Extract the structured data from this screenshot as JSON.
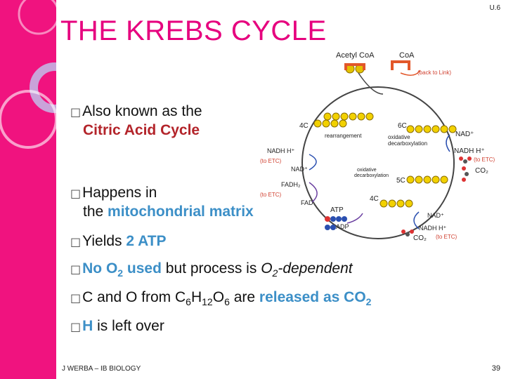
{
  "slide": {
    "title": "THE KREBS CYCLE",
    "code": "U.6",
    "footer": "J WERBA – IB BIOLOGY",
    "page": "39"
  },
  "bullets": {
    "b1": {
      "line1": "Also known as the",
      "line2": "Citric Acid Cycle"
    },
    "b2": {
      "line1": "Happens in",
      "line2_pre": "the ",
      "line2_hl": "mitochondrial matrix"
    },
    "b3": {
      "pre": "Yields ",
      "hl": "2 ATP"
    },
    "b4": {
      "no": "No ",
      "o": "O",
      "sub2": "2",
      "used": " used",
      "mid": " but process is ",
      "o2": "O",
      "sub2b": "2",
      "dep": "-dependent"
    },
    "b5": {
      "pre": "C and O from C",
      "s6": "6",
      "h": "H",
      "s12": "12",
      "o": "O",
      "s6b": "6",
      "mid": " are ",
      "hl": "released as CO",
      "s2": "2"
    },
    "b6": {
      "hl": "H",
      "rest": " is left over"
    },
    "marker": "□"
  },
  "diagram": {
    "acetyl": "Acetyl CoA",
    "coa": "CoA",
    "back": "(back to Link)",
    "c4": "4C",
    "c6": "6C",
    "rearr": "rearrangement",
    "oxdec1": "oxidative",
    "oxdec1b": "decarboxylation",
    "nad1": "NAD⁺",
    "nadh1": "NADH H⁺",
    "co2a": "CO₂",
    "nadh2": "NADH H⁺",
    "toetc1": "(to ETC)",
    "nad2": "NAD⁺",
    "fadh2": "FADH₂",
    "toetc2": "(to ETC)",
    "fad": "FAD",
    "oxdec2": "oxidative",
    "oxdec2b": "decarboxylation",
    "c5": "5C",
    "c4b": "4C",
    "atp": "ATP",
    "adp": "ADP",
    "nad3": "NAD⁺",
    "nadh3": "NADH H⁺",
    "toetc3": "(to ETC)",
    "co2b": "CO₂",
    "toetc4": "(to ETC)"
  }
}
